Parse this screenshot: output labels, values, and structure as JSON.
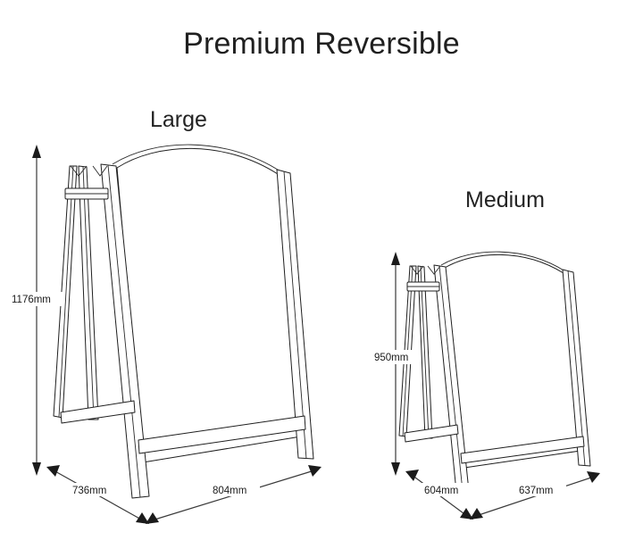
{
  "page": {
    "title": "Premium Reversible",
    "background_color": "#ffffff",
    "line_color": "#1f1f1f",
    "text_color": "#1b1b1b"
  },
  "products": [
    {
      "name": "Large",
      "label": "Large",
      "dimensions": {
        "height": "1176mm",
        "depth": "736mm",
        "width": "804mm"
      }
    },
    {
      "name": "Medium",
      "label": "Medium",
      "dimensions": {
        "height": "950mm",
        "depth": "604mm",
        "width": "637mm"
      }
    }
  ],
  "chart_data": {
    "type": "table",
    "title": "Premium Reversible",
    "categories": [
      "Large",
      "Medium"
    ],
    "series": [
      {
        "name": "Height (mm)",
        "values": [
          1176,
          950
        ]
      },
      {
        "name": "Depth (mm)",
        "values": [
          736,
          604
        ]
      },
      {
        "name": "Width (mm)",
        "values": [
          804,
          637
        ]
      }
    ],
    "units": "mm",
    "xlabel": "",
    "ylabel": "",
    "legend": "none",
    "grid": false,
    "annotations": [
      "1176mm",
      "736mm",
      "804mm",
      "950mm",
      "604mm",
      "637mm"
    ]
  }
}
